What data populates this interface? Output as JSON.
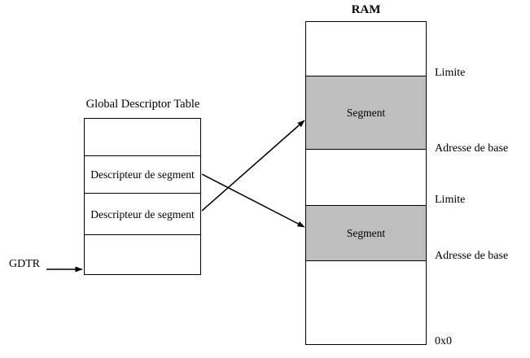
{
  "diagram": {
    "title_gdt": "Global Descriptor Table",
    "title_ram": "RAM",
    "gdt_rows": [
      {
        "label": ""
      },
      {
        "label": "Descripteur de segment"
      },
      {
        "label": "Descripteur de segment"
      },
      {
        "label": ""
      }
    ],
    "ram_segments": [
      {
        "label": "Segment"
      },
      {
        "label": "Segment"
      }
    ],
    "annotations": {
      "limite_1": "Limite",
      "adresse_base_1": "Adresse de base",
      "limite_2": "Limite",
      "adresse_base_2": "Adresse de base",
      "zero": "0x0",
      "gdtr": "GDTR"
    },
    "colors": {
      "segment_fill": "#bebebe",
      "stroke": "#000000",
      "background": "#ffffff"
    }
  }
}
